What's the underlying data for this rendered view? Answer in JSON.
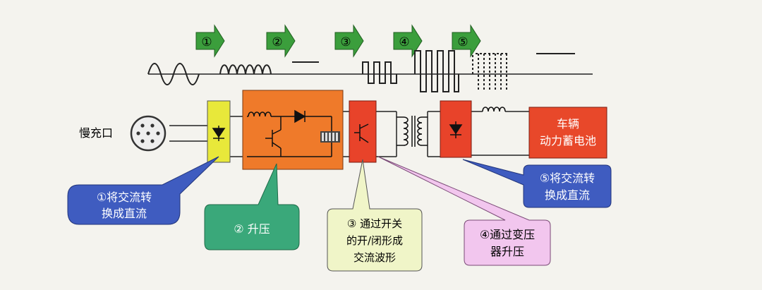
{
  "steps": [
    "①",
    "②",
    "③",
    "④",
    "⑤"
  ],
  "port_label": "慢充口",
  "battery": {
    "line1": "车辆",
    "line2": "动力蓄电池"
  },
  "callouts": {
    "c1": {
      "line1": "①将交流转",
      "line2": "换成直流"
    },
    "c2": {
      "line1": "② 升压"
    },
    "c3": {
      "line1": "③ 通过开关",
      "line2": "的开/闭形成",
      "line3": "交流波形"
    },
    "c4": {
      "line1": "④通过变压",
      "line2": "器升压"
    },
    "c5": {
      "line1": "⑤将交流转",
      "line2": "换成直流"
    }
  },
  "colors": {
    "arrow_green": "#3b9e3c",
    "rectifier_yellow": "#e8e83a",
    "boost_orange": "#ef7a2a",
    "switch_red": "#e8432a",
    "battery_red": "#e8482a",
    "callout_blue": "#3f5cc0",
    "callout_green": "#3aa87a",
    "callout_yellowgreen": "#f0f5c8",
    "callout_pink": "#f2c6ee"
  }
}
